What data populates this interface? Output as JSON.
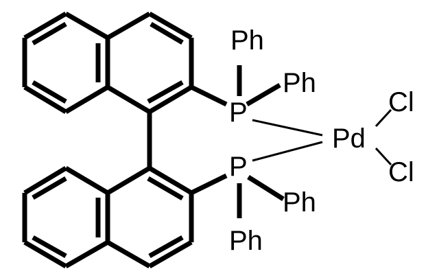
{
  "labels": {
    "ph_top_1": "Ph",
    "ph_top_2": "Ph",
    "p_top": "P",
    "pd": "Pd",
    "cl_top": "Cl",
    "cl_bottom": "Cl",
    "p_bottom": "P",
    "ph_bottom_1": "Ph",
    "ph_bottom_2": "Ph"
  }
}
